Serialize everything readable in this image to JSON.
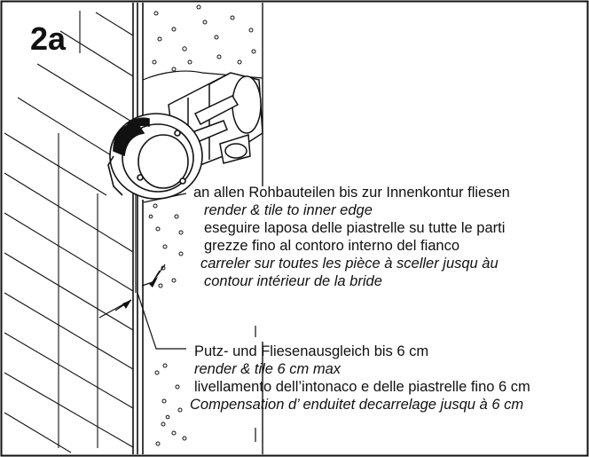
{
  "figure": {
    "label": "2a"
  },
  "notes": {
    "edge": {
      "de": "an allen Rohbauteilen bis zur Innenkontur fliesen",
      "en": "render & tile to inner edge",
      "it_line1": "eseguire laposa delle piastrelle su tutte le parti",
      "it_line2": "grezze fino al contoro interno del fianco",
      "fr_line1": "carreler sur toutes les pièce à sceller jusqu àu",
      "fr_line2": "contour intérieur de la bride"
    },
    "compensation": {
      "de": "Putz- und Fliesenausgleich bis 6 cm",
      "en": "render & tile 6 cm max",
      "it": "livellamento dell’intonaco e delle piastrelle fino 6 cm",
      "fr": "Compensation d’ enduitet decarrelage jusqu à 6 cm"
    }
  },
  "colors": {
    "ink": "#111111",
    "background": "#ffffff"
  }
}
